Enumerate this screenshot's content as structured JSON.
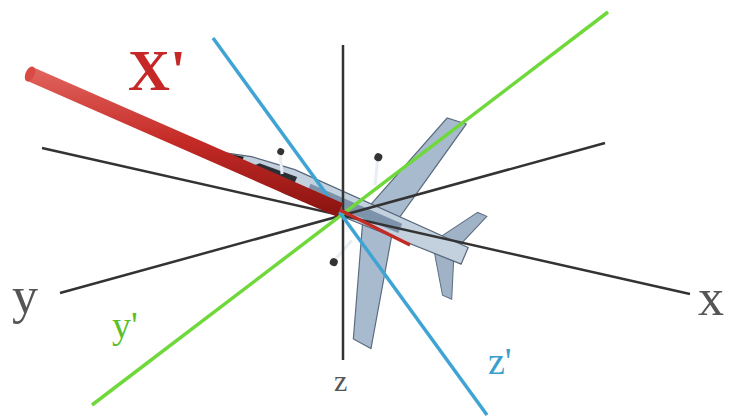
{
  "diagram": {
    "labels": [
      "X'",
      "y",
      "y'",
      "z",
      "z'",
      "x"
    ]
  }
}
